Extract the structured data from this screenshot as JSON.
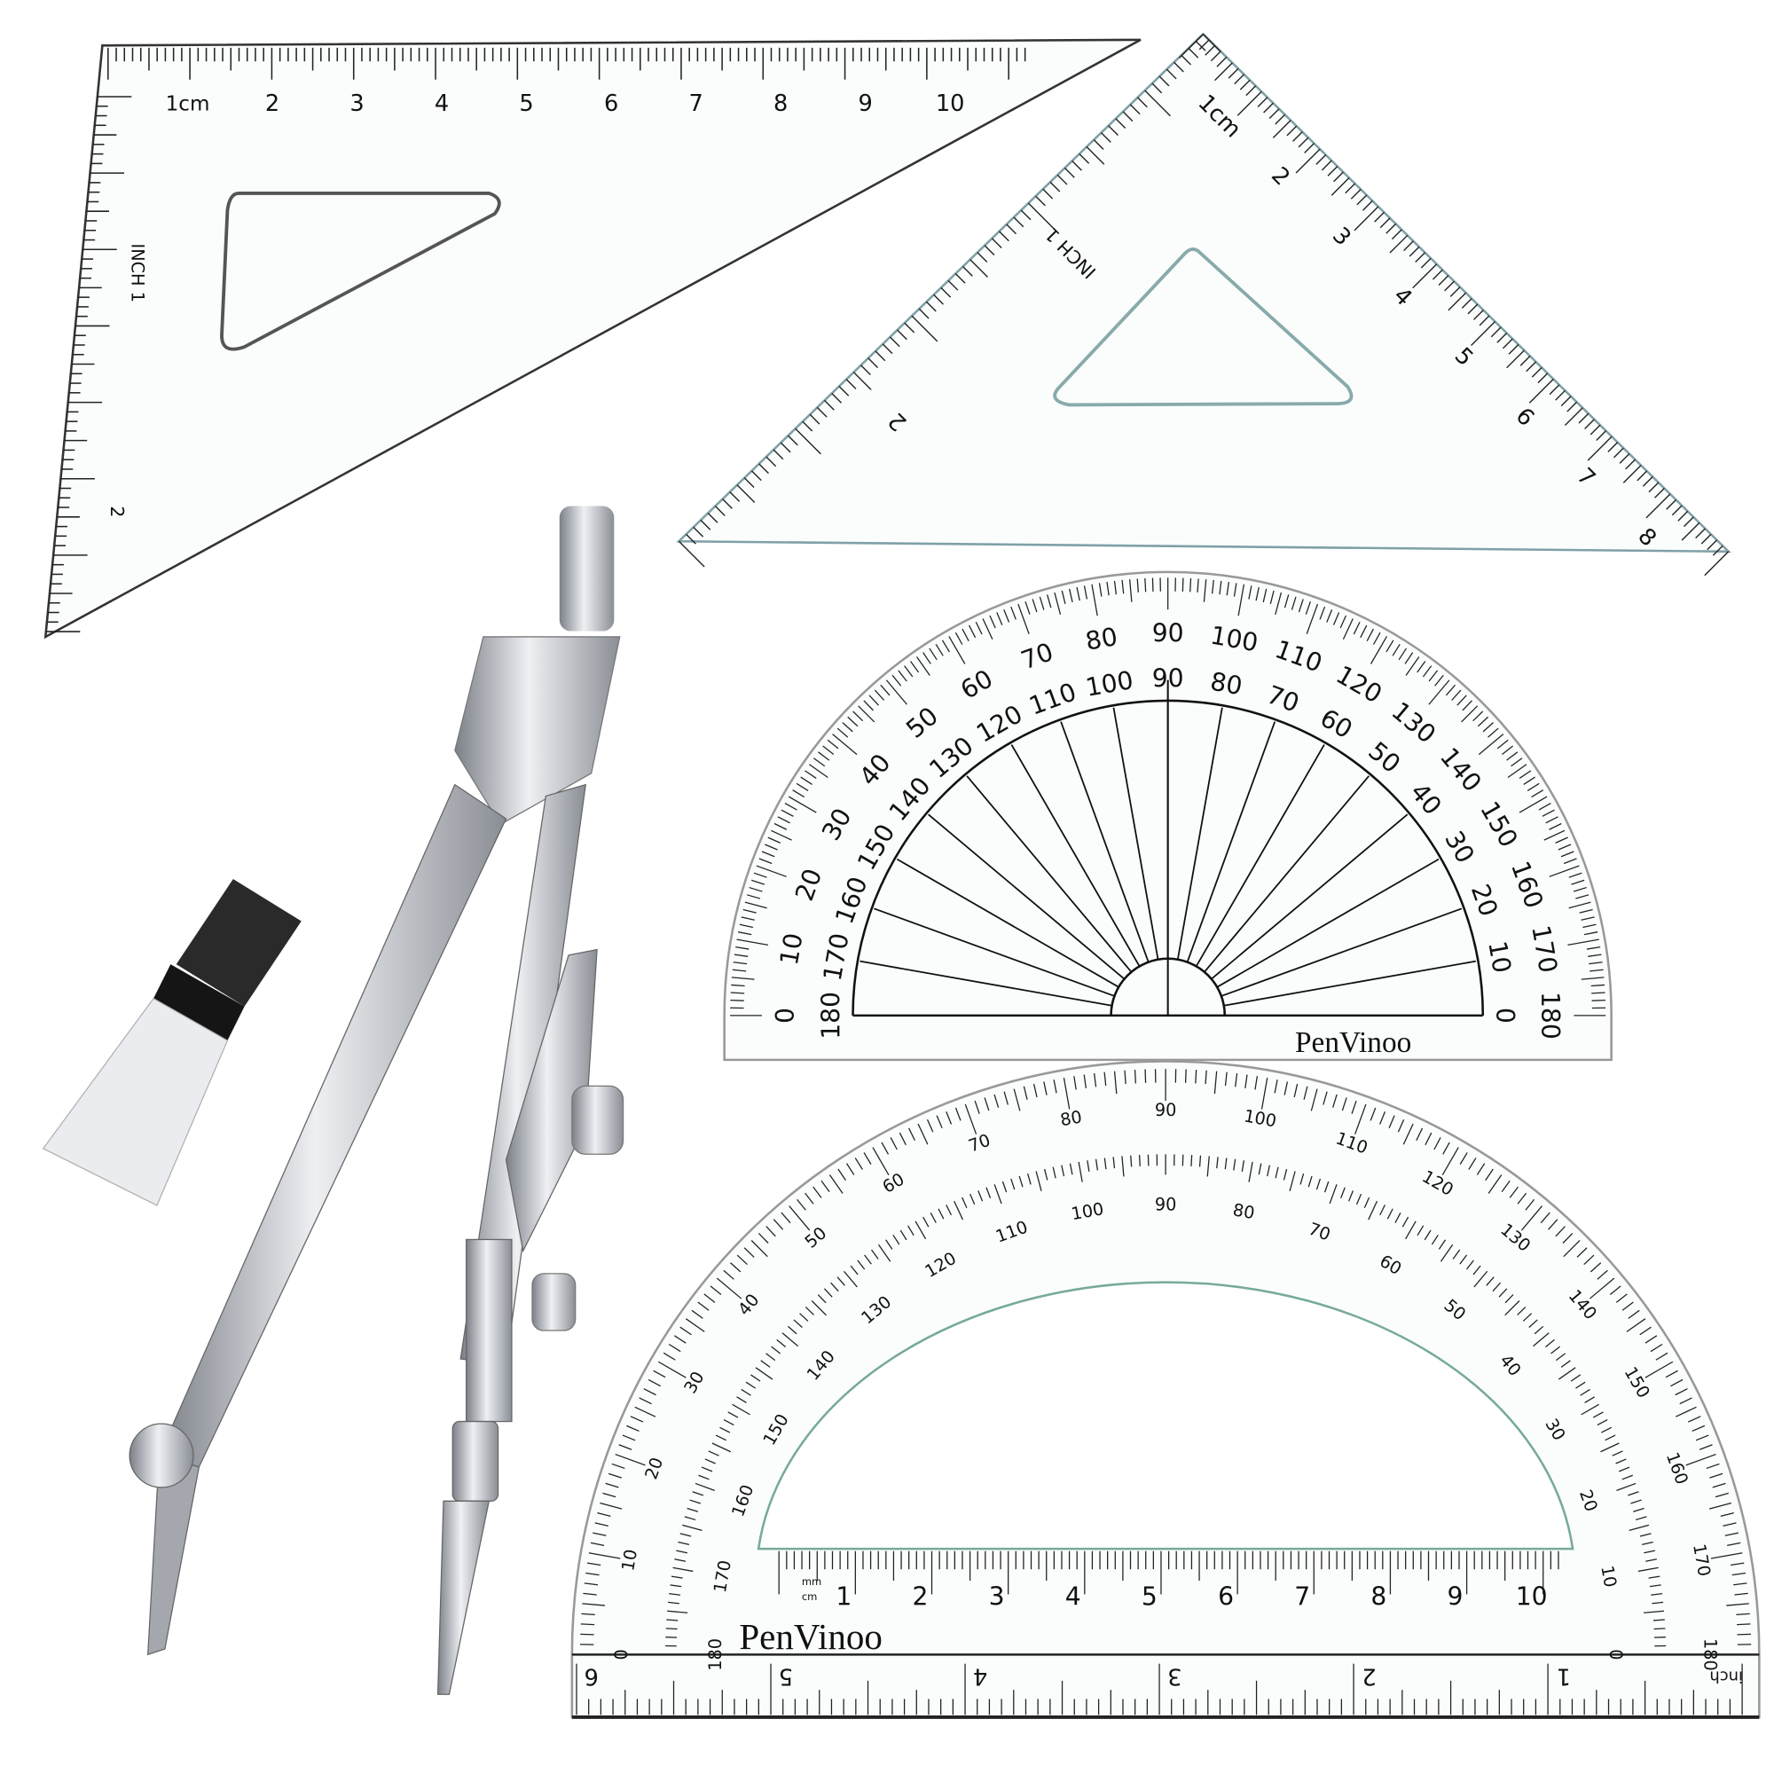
{
  "set_square_30_60": {
    "cm_unit": "cm",
    "cm_labels": [
      "1",
      "2",
      "3",
      "4",
      "5",
      "6",
      "7",
      "8",
      "9",
      "10"
    ],
    "inch_labels": [
      "INCH 1",
      "2"
    ]
  },
  "set_square_45": {
    "cm_unit": "cm",
    "cm_labels": [
      "1",
      "2",
      "3",
      "4",
      "5",
      "6",
      "7",
      "8"
    ],
    "inch_labels": [
      "INCH 1",
      "2"
    ]
  },
  "protractor_small": {
    "outer_labels": [
      "0",
      "10",
      "20",
      "30",
      "40",
      "50",
      "60",
      "70",
      "80",
      "90",
      "100",
      "110",
      "120",
      "130",
      "140",
      "150",
      "160",
      "170",
      "180"
    ],
    "inner_labels": [
      "180",
      "170",
      "160",
      "150",
      "140",
      "130",
      "120",
      "110",
      "100",
      "90",
      "80",
      "70",
      "60",
      "50",
      "40",
      "30",
      "20",
      "10",
      "0"
    ],
    "brand": "PenVinoo"
  },
  "protractor_large": {
    "outer_labels": [
      "0",
      "10",
      "20",
      "30",
      "40",
      "50",
      "60",
      "70",
      "80",
      "90",
      "100",
      "110",
      "120",
      "130",
      "140",
      "150",
      "160",
      "170",
      "180"
    ],
    "inner_labels": [
      "180",
      "170",
      "160",
      "150",
      "140",
      "130",
      "120",
      "110",
      "100",
      "90",
      "80",
      "70",
      "60",
      "50",
      "40",
      "30",
      "20",
      "10",
      "0"
    ],
    "cm_labels": [
      "1",
      "2",
      "3",
      "4",
      "5",
      "6",
      "7",
      "8",
      "9",
      "10"
    ],
    "cm_unit_top": "mm",
    "cm_unit_bottom": "cm",
    "inch_labels": [
      "6",
      "5",
      "4",
      "3",
      "2",
      "1"
    ],
    "inch_unit": "inch",
    "brand": "PenVinoo"
  },
  "colors": {
    "plastic_edge": "#9fb4b8",
    "metal": "#b9bcc2",
    "metal_dark": "#6d7078",
    "lead_cap": "#1e1e1e",
    "ink": "#111111"
  }
}
